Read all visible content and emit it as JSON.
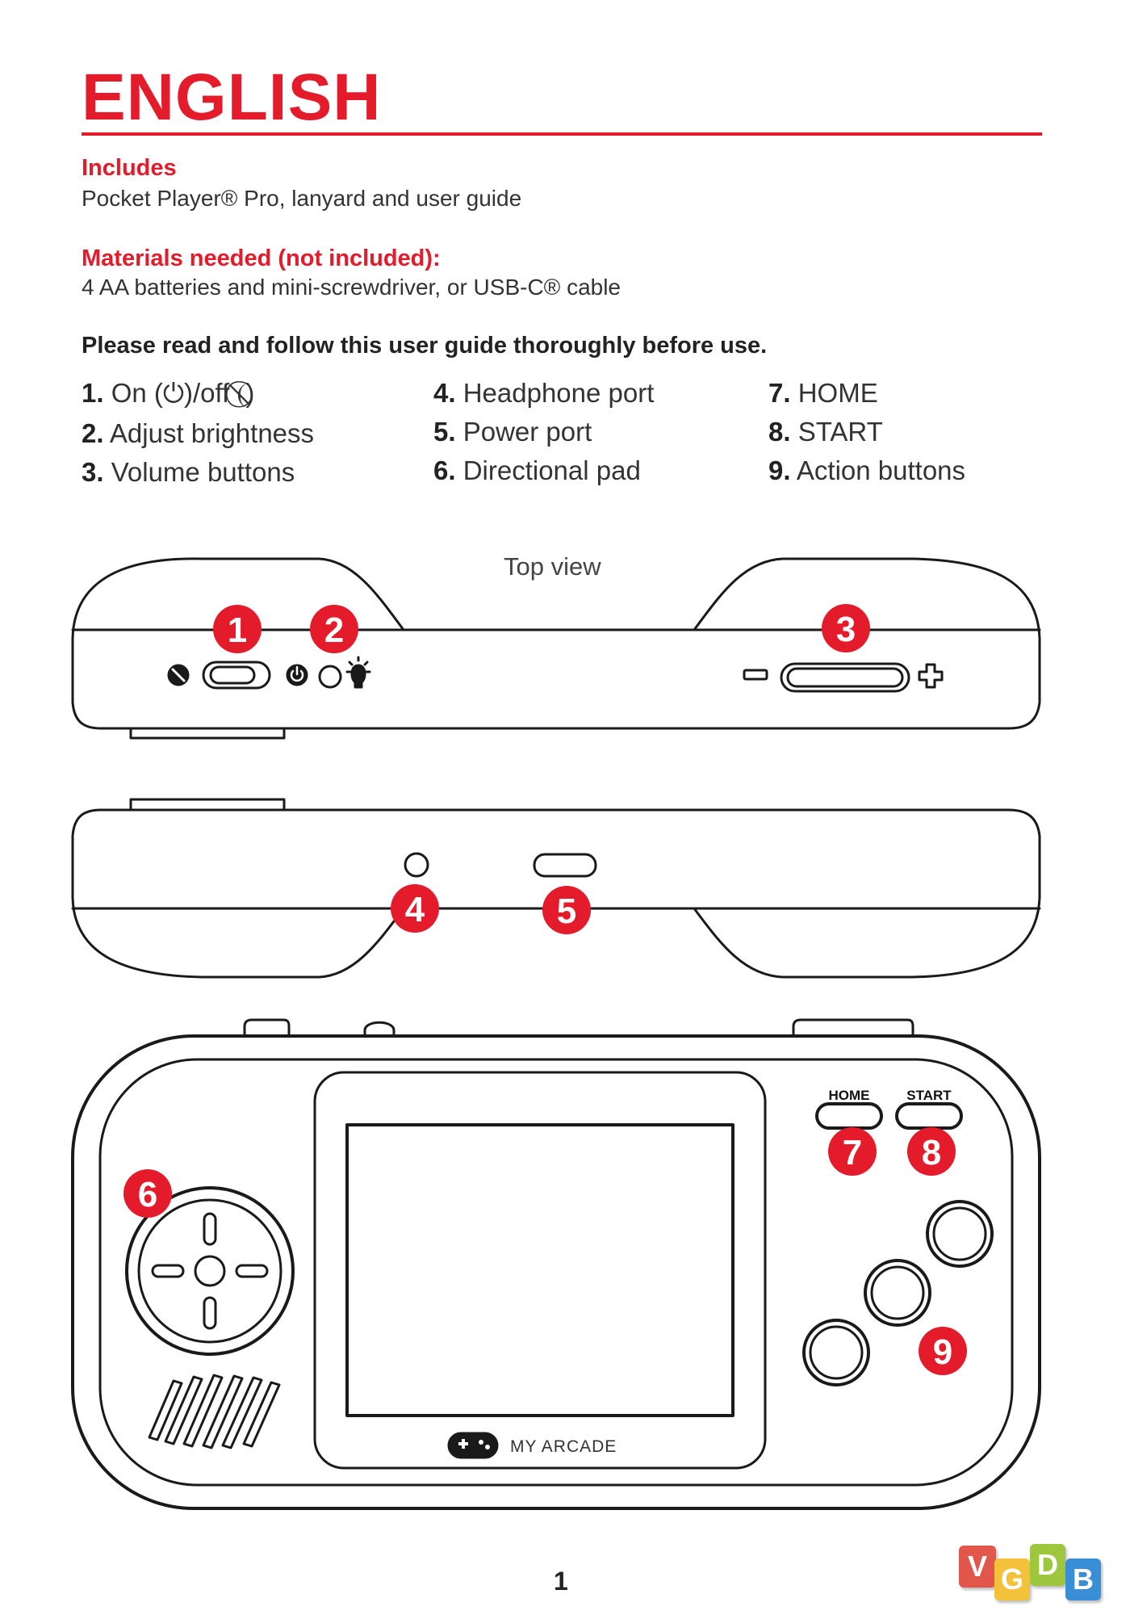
{
  "header": {
    "title": "ENGLISH"
  },
  "includes": {
    "heading": "Includes",
    "text": "Pocket Player® Pro, lanyard and user guide"
  },
  "materials": {
    "heading": "Materials needed (not included):",
    "text": "4 AA batteries and mini-screwdriver, or USB-C® cable"
  },
  "notice": "Please read and follow this user guide thoroughly before use.",
  "parts": [
    {
      "num": "1.",
      "label": "On (⏻)/off (⃠)"
    },
    {
      "num": "2.",
      "label": "Adjust brightness"
    },
    {
      "num": "3.",
      "label": "Volume buttons"
    },
    {
      "num": "4.",
      "label": "Headphone port"
    },
    {
      "num": "5.",
      "label": "Power port"
    },
    {
      "num": "6.",
      "label": "Directional pad"
    },
    {
      "num": "7.",
      "label": "HOME"
    },
    {
      "num": "8.",
      "label": "START"
    },
    {
      "num": "9.",
      "label": "Action buttons"
    }
  ],
  "diagram": {
    "top_view_label": "Top view",
    "volume_minus": "−",
    "volume_plus": "+",
    "callouts": [
      "1",
      "2",
      "3",
      "4",
      "5",
      "6",
      "7",
      "8",
      "9"
    ],
    "home_button_label": "HOME",
    "start_button_label": "START",
    "brand": "MY ARCADE",
    "accent_color": "#e31b2b",
    "line_color": "#1a1a1a"
  },
  "footer": {
    "page_number": "1"
  },
  "watermark": {
    "letters": [
      "V",
      "G",
      "D",
      "B"
    ],
    "colors": [
      "#e2574c",
      "#f3c23a",
      "#9fc73d",
      "#3a8ed6"
    ]
  }
}
